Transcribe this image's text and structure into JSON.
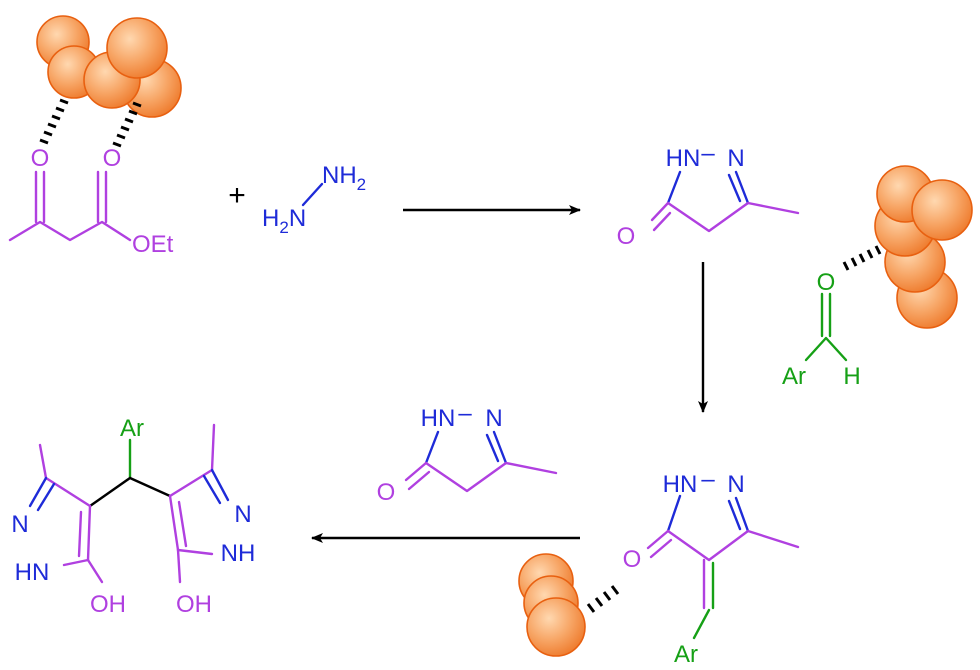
{
  "colors": {
    "backbone": "#B040E0",
    "nitrogen": "#1E2BD8",
    "aldehyde": "#16A016",
    "arrow": "#000000",
    "sphere_fill": "#F5A060",
    "sphere_stroke": "#E86010"
  },
  "reagents": {
    "ester_oxygen": "O",
    "ketone_oxygen": "O",
    "ethoxy": "OEt",
    "plus": "+",
    "hydrazine_top": "NH",
    "hydrazine_top_sub": "2",
    "hydrazine_left": "H",
    "hydrazine_left_sub": "2",
    "hydrazine_left_n": "N"
  },
  "pyrazolone": {
    "nh": "HN",
    "n": "N",
    "o": "O"
  },
  "aldehyde": {
    "o": "O",
    "ar": "Ar",
    "h": "H"
  },
  "intermediate": {
    "nh": "HN",
    "n": "N",
    "o": "O",
    "ar": "Ar"
  },
  "pyrazolone_reagent": {
    "nh": "HN",
    "n": "N",
    "o": "O"
  },
  "product": {
    "ar": "Ar",
    "left_n": "N",
    "left_hn": "HN",
    "left_oh": "OH",
    "right_n": "N",
    "right_nh": "NH",
    "right_oh": "OH"
  }
}
